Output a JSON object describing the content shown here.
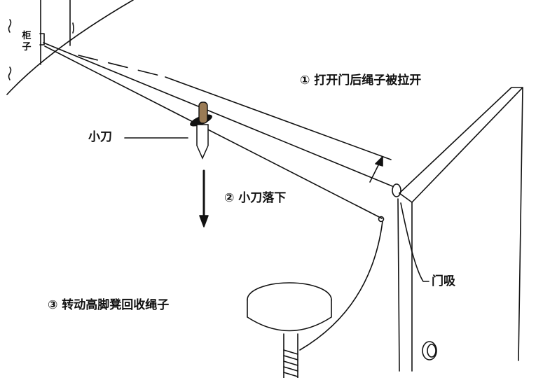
{
  "labels": {
    "cabinet_char1": "柜",
    "cabinet_char2": "子",
    "step1": "① 打开门后绳子被拉开",
    "knife": "小刀",
    "step2": "② 小刀落下",
    "door_stop": "门吸",
    "step3": "③ 转动高脚凳回收绳子"
  },
  "colors": {
    "line": "#111111",
    "knife_blade": "#9a7b55",
    "background": "#ffffff"
  }
}
